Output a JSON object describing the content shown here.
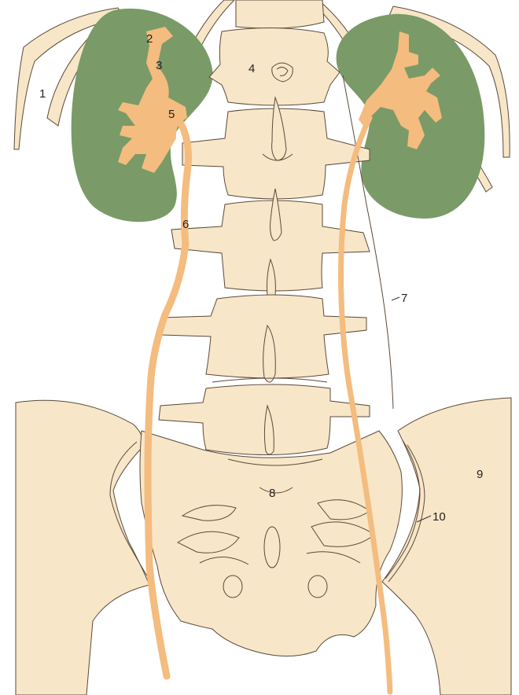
{
  "labels": {
    "l1": "1",
    "l2": "2",
    "l3": "3",
    "l4": "4",
    "l5": "5",
    "l6": "6",
    "l7": "7",
    "l8": "8",
    "l9": "9",
    "l10": "10"
  },
  "colors": {
    "bone": "#f8e6c8",
    "kidney": "#7a9a68",
    "urinary_tract": "#f4bc7e",
    "outline": "#5a4a3a"
  }
}
